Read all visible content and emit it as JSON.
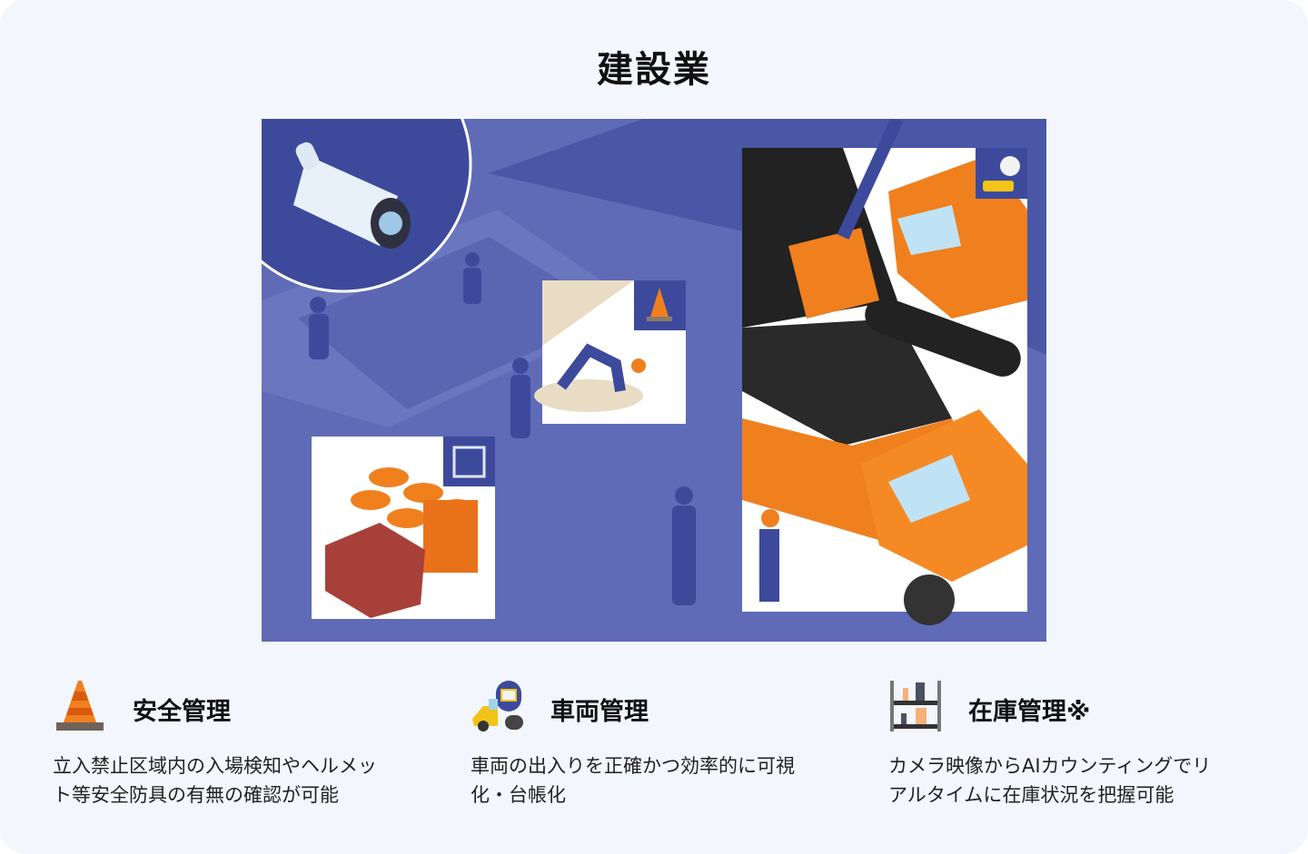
{
  "title": "建設業",
  "colors": {
    "background": "#f3f6fd",
    "illustration_bg": "#5f6bb6",
    "accent_orange": "#f07f1e",
    "navy": "#3d4a9c"
  },
  "features": [
    {
      "icon": "traffic-cone-icon",
      "heading": "安全管理",
      "desc_line1": "立入禁止区域内の入場検知やヘルメッ",
      "desc_line2": "ト等安全防具の有無の確認が可能"
    },
    {
      "icon": "vehicle-roller-icon",
      "heading": "車両管理",
      "desc_line1": "車両の出入りを正確かつ効率的に可視",
      "desc_line2": "化・台帳化"
    },
    {
      "icon": "inventory-shelf-icon",
      "heading": "在庫管理※",
      "desc_line1": "カメラ映像からAIカウンティングでリ",
      "desc_line2": "アルタイムに在庫状況を把握可能"
    }
  ]
}
